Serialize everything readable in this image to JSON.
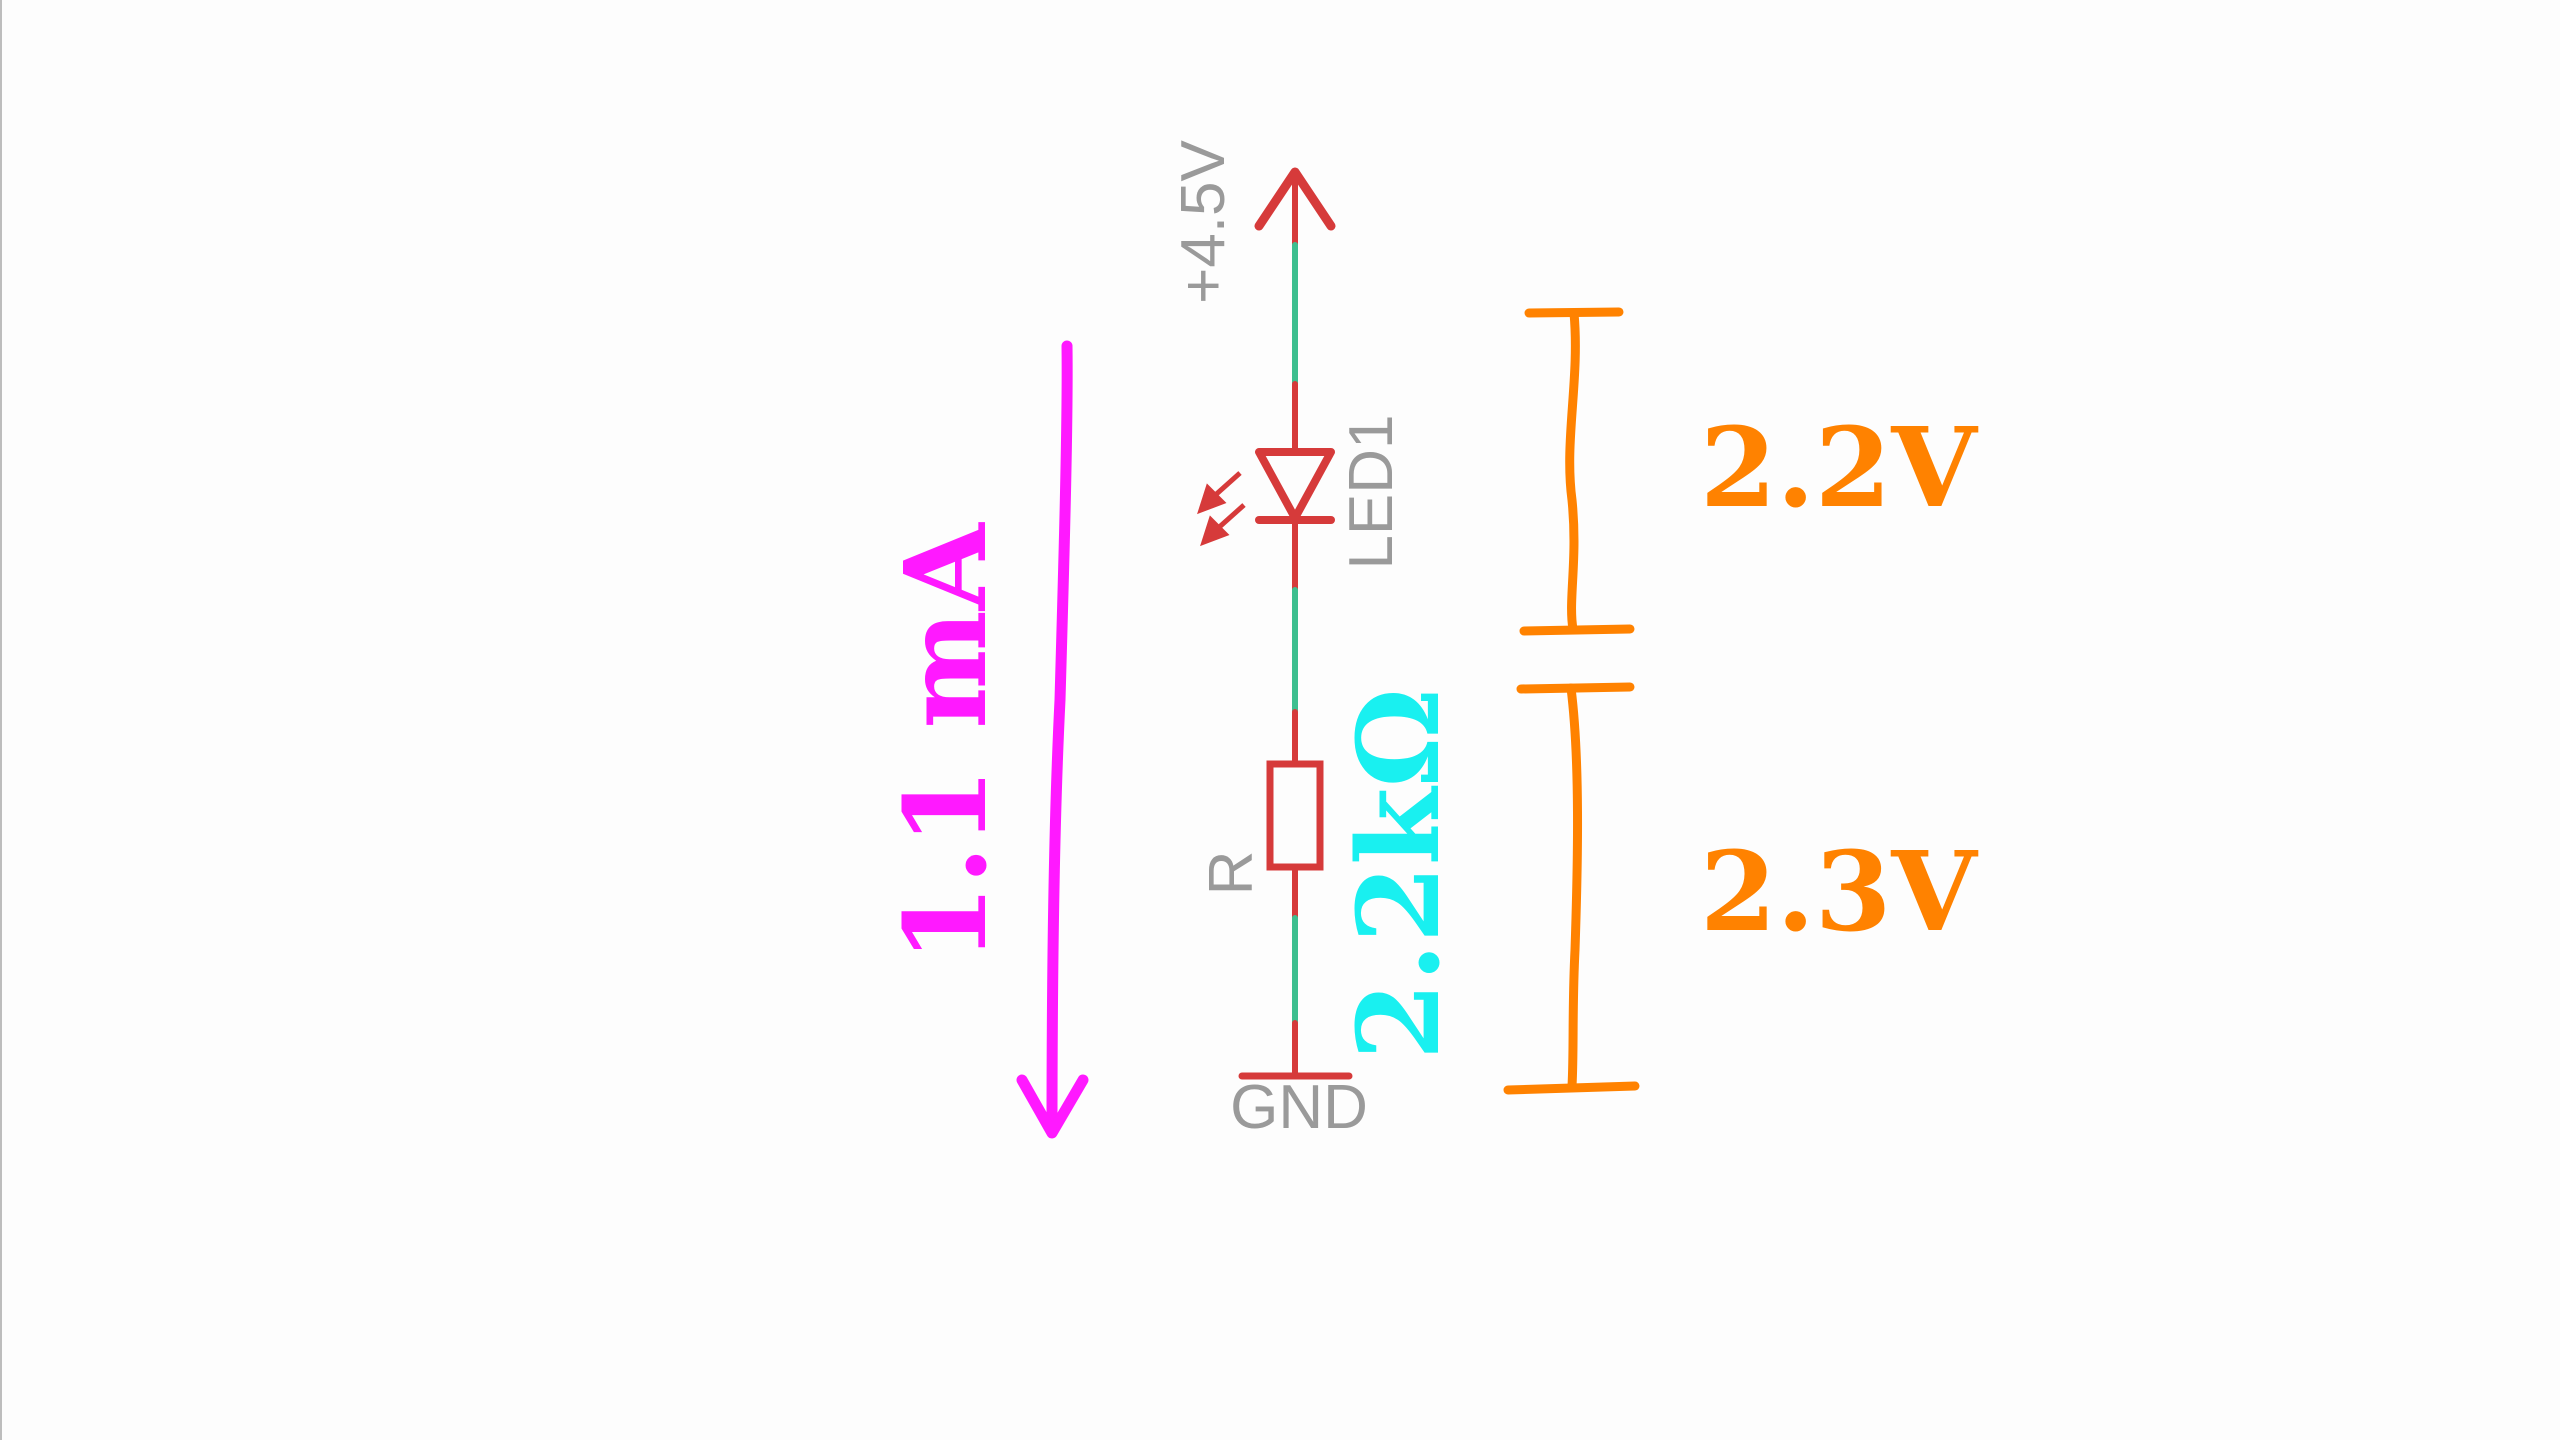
{
  "schematic": {
    "supply_label": "+4.5V",
    "led_label": "LED1",
    "resistor_label": "R",
    "ground_label": "GND"
  },
  "annotations": {
    "resistance": "2.2kΩ",
    "current": "1.1 mA",
    "led_voltage": "2.2V",
    "resistor_voltage": "2.3V"
  },
  "colors": {
    "wire_red": "#d63a3a",
    "wire_green": "#3dbf8f",
    "label_gray": "#9a9a9a",
    "current_magenta": "#ff19ff",
    "resistance_cyan": "#19f0f0",
    "voltage_orange": "#ff8200"
  }
}
